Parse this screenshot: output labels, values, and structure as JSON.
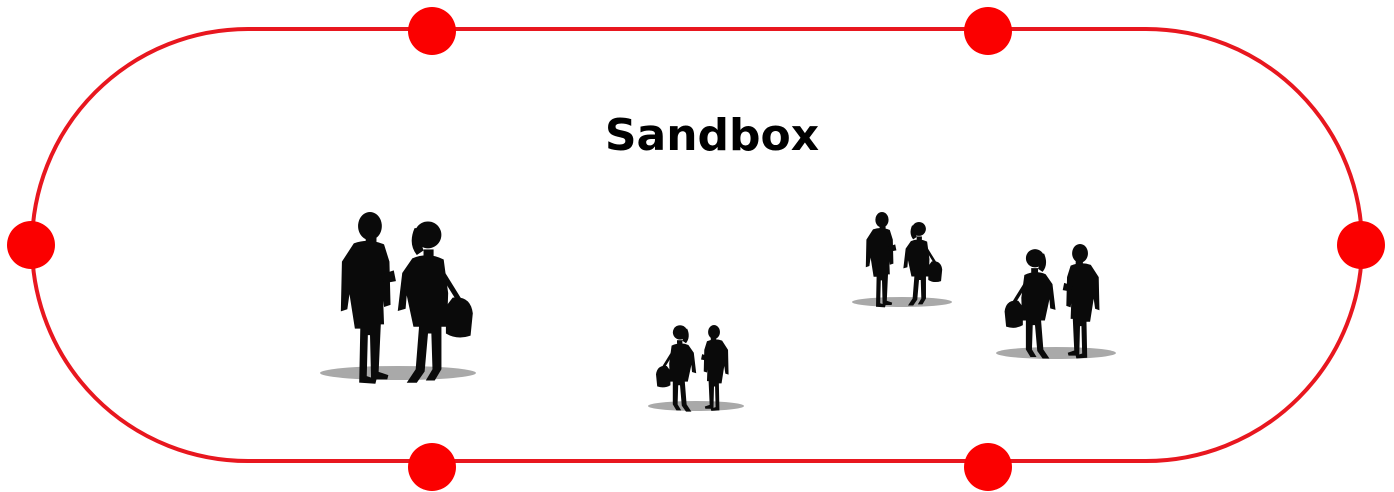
{
  "title": "Sandbox",
  "colors": {
    "boundary": "#e8171f",
    "node": "#fb0000",
    "silhouette": "#0a0a0a",
    "shadow": "#a9a9a9"
  },
  "nodes": [
    "node",
    "node",
    "node",
    "node",
    "node",
    "node"
  ],
  "groups": [
    {
      "name": "pair-large",
      "figures": [
        "man-with-phone",
        "woman-with-bag"
      ]
    },
    {
      "name": "pair-small-center",
      "figures": [
        "woman-with-bag",
        "man-with-phone"
      ]
    },
    {
      "name": "pair-upper-right",
      "figures": [
        "man-with-phone",
        "woman-with-bag"
      ]
    },
    {
      "name": "pair-right",
      "figures": [
        "woman-with-bag",
        "man-with-phone"
      ]
    }
  ]
}
